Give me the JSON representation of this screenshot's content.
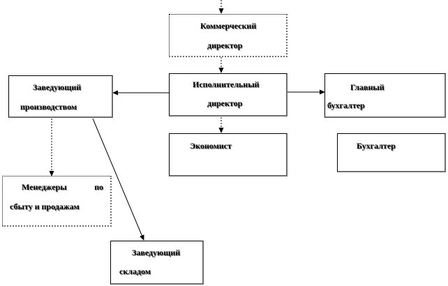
{
  "nodes": {
    "commercial_director": {
      "line1": "Коммерческий",
      "line2": "директор"
    },
    "executive_director": {
      "line1": "Исполнительный",
      "line2": "директор"
    },
    "head_of_production": {
      "line1": "Заведующий",
      "line2": "производством"
    },
    "chief_accountant": {
      "line1": "Главный",
      "line2": "бухгалтер"
    },
    "economist": {
      "line1": "Экономист"
    },
    "accountant": {
      "line1": "Бухгалтер"
    },
    "sales_managers": {
      "line1_words": [
        "Менеджеры",
        "по"
      ],
      "line2": "сбыту и продажам"
    },
    "warehouse_head": {
      "line1": "Заведующий",
      "line2": "складом"
    }
  }
}
